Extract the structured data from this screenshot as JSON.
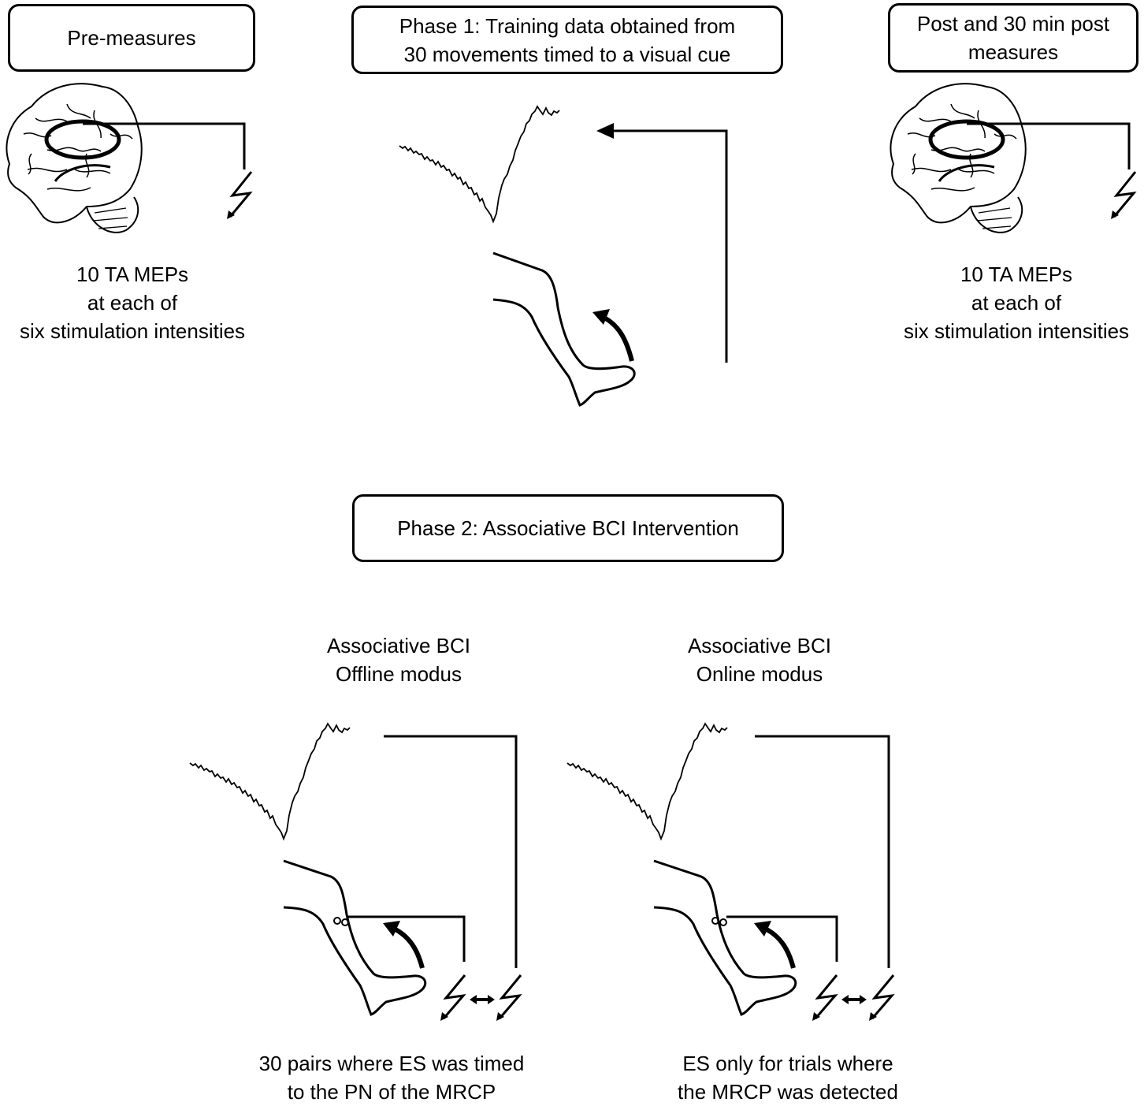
{
  "boxes": {
    "pre": "Pre-measures",
    "phase1_line1": "Phase 1: Training data obtained from",
    "phase1_line2": "30 movements timed to a visual cue",
    "post_line1": "Post and 30 min post",
    "post_line2": "measures",
    "phase2": "Phase 2: Associative BCI Intervention"
  },
  "pre_caption": {
    "line1": "10 TA MEPs",
    "line2": "at each of",
    "line3": "six stimulation intensities"
  },
  "post_caption": {
    "line1": "10 TA MEPs",
    "line2": "at each of",
    "line3": "six stimulation intensities"
  },
  "offline": {
    "title1": "Associative BCI",
    "title2": "Offline modus",
    "caption1": "30 pairs where ES was timed",
    "caption2": "to the PN of the MRCP"
  },
  "online": {
    "title1": "Associative BCI",
    "title2": "Online modus",
    "caption1": "ES only for trials where",
    "caption2": "the MRCP was detected"
  },
  "icons": [
    "brain-icon",
    "tms-coil-icon",
    "lightning-bolt-icon",
    "mrcp-waveform-icon",
    "leg-icon",
    "movement-arrow-icon",
    "electrode-icon",
    "double-arrow-icon"
  ],
  "colors": {
    "line": "#000000",
    "background": "#ffffff"
  }
}
